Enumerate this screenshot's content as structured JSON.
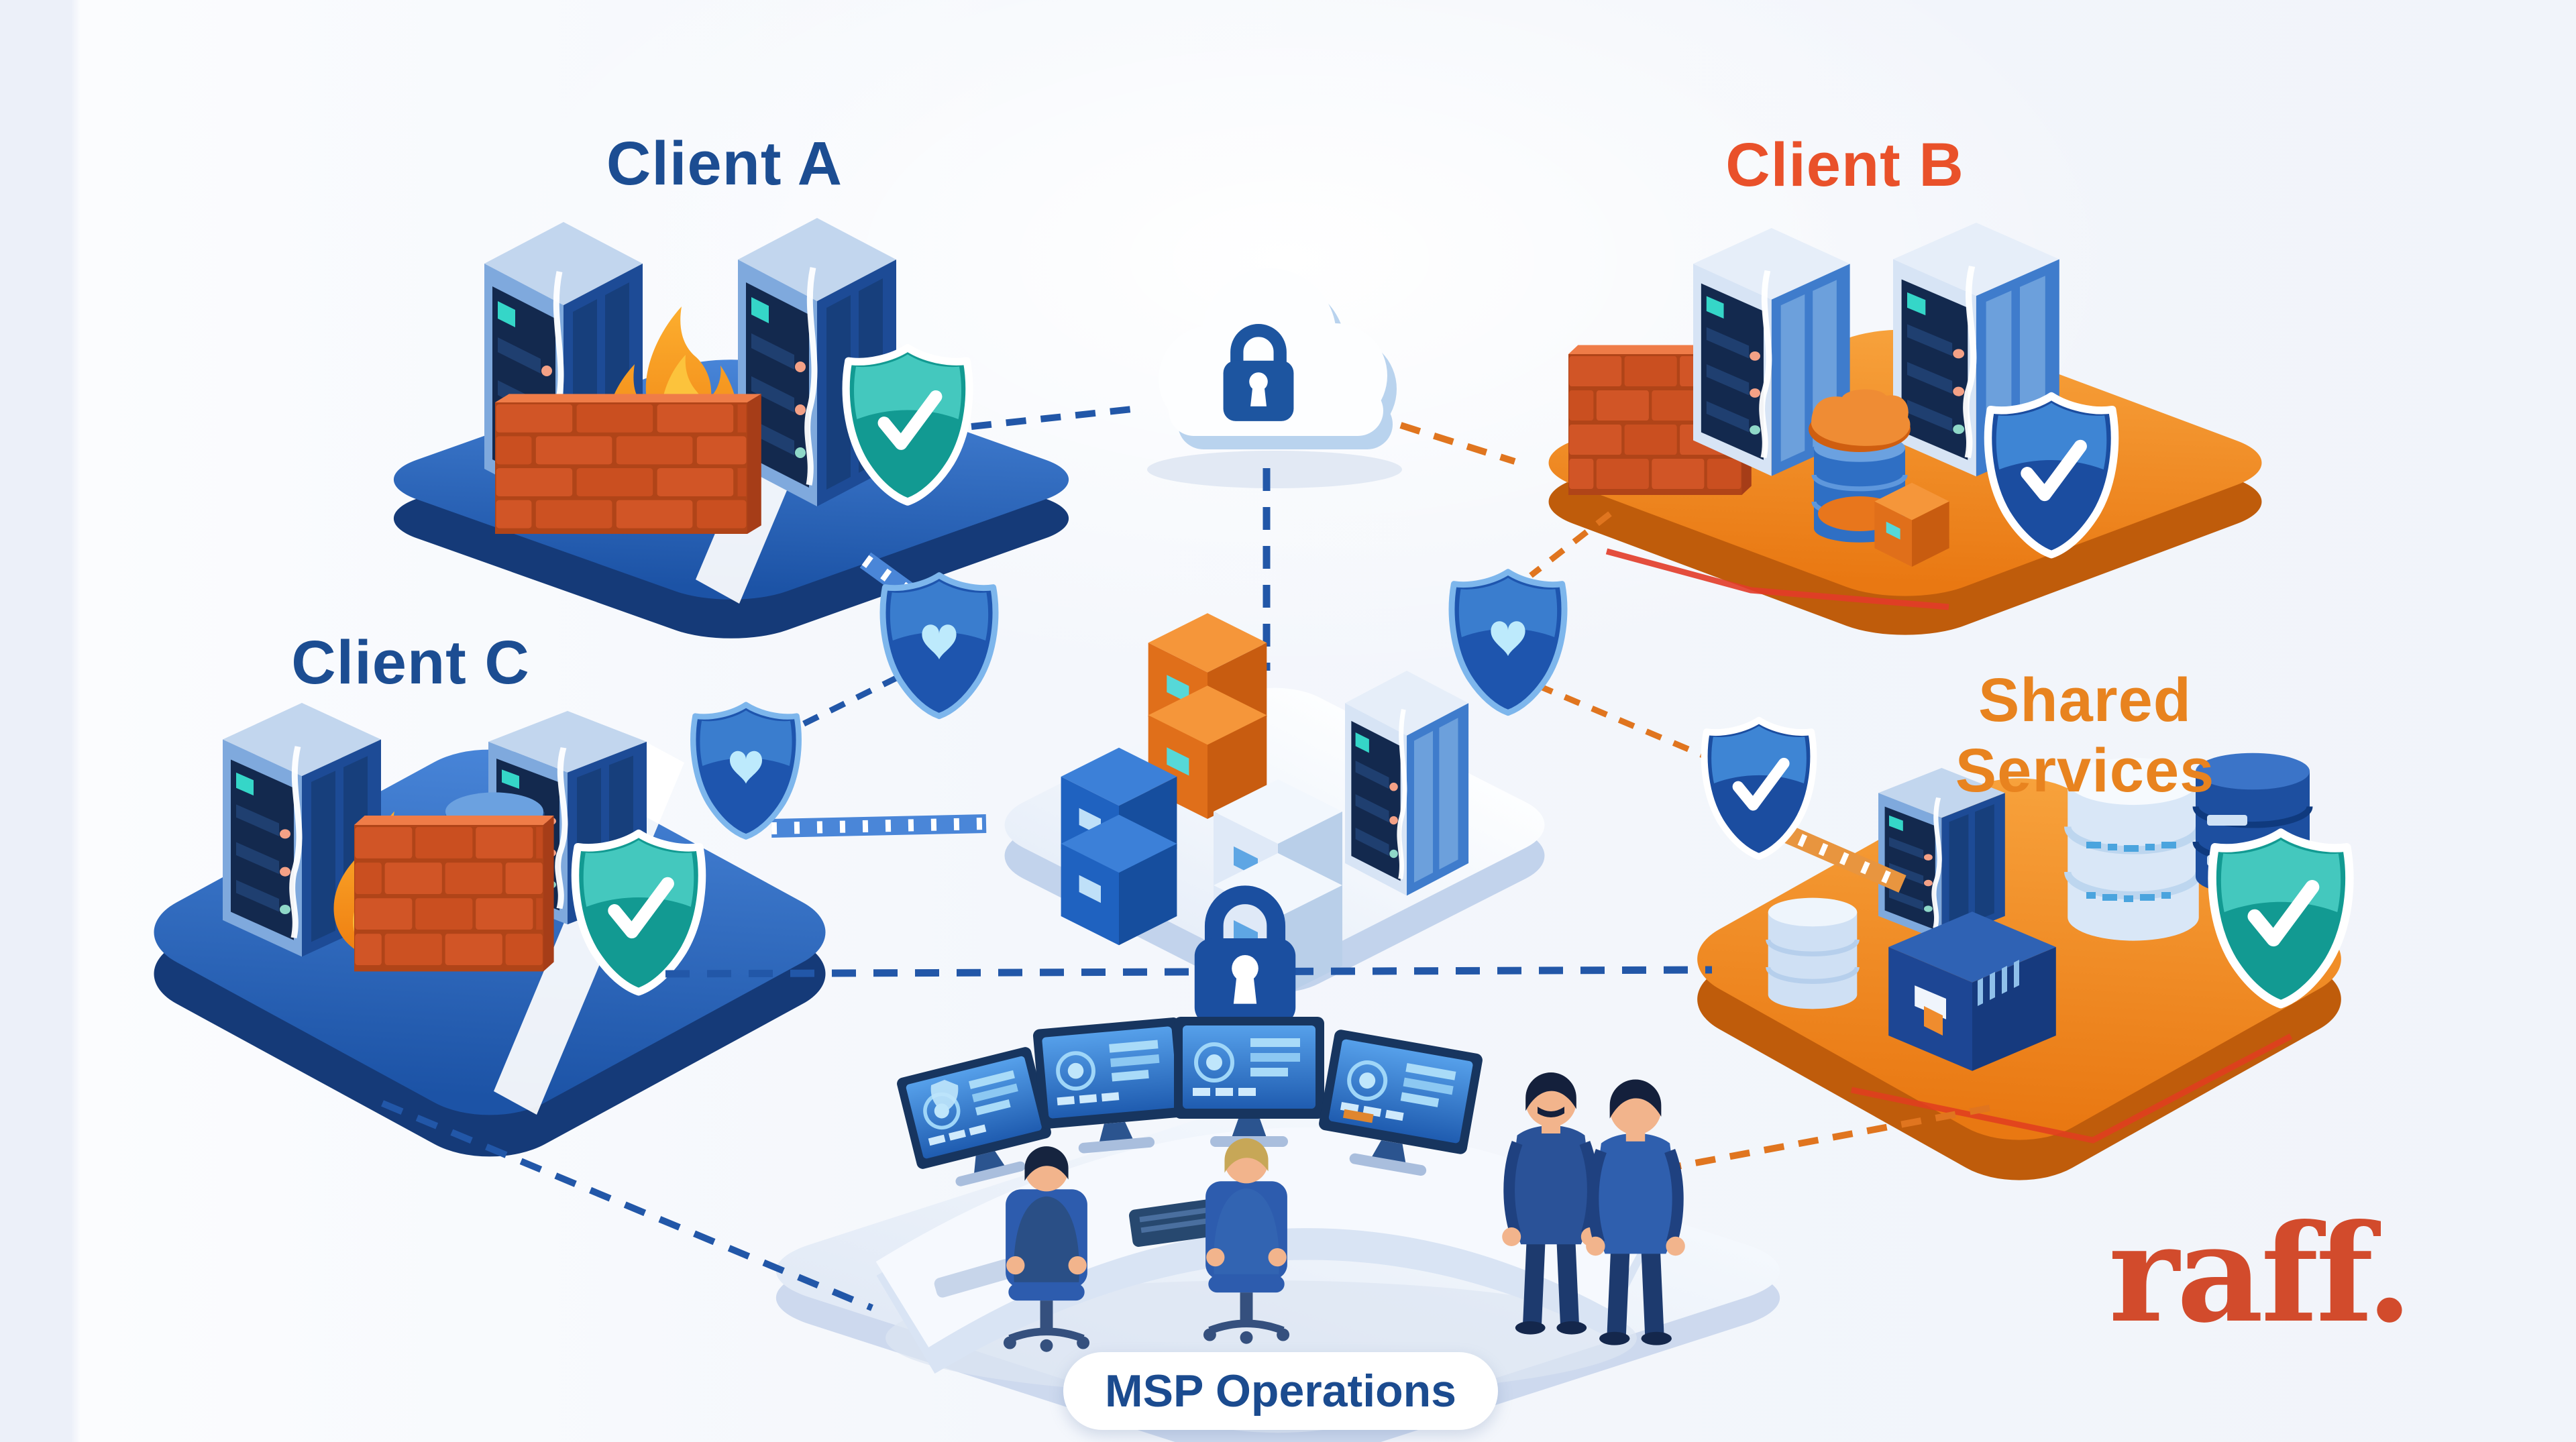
{
  "page": {
    "background": "#f3f6fb"
  },
  "brand": {
    "logo_text": "raff.",
    "logo_color": "#d24b2c"
  },
  "diagram": {
    "type": "isometric-msp-network-segmentation",
    "zones": [
      {
        "id": "client-a",
        "label": "Client A",
        "label_color": "#1c4d92",
        "platform_color": "blue",
        "items": [
          "server-rack",
          "flame-firewall",
          "brick-wall",
          "server-rack",
          "teal-check-shield"
        ]
      },
      {
        "id": "client-b",
        "label": "Client B",
        "label_color": "#e9512a",
        "platform_color": "orange",
        "items": [
          "brick-wall",
          "server-rack",
          "storage-stack",
          "server-rack",
          "blue-check-shield"
        ]
      },
      {
        "id": "client-c",
        "label": "Client C",
        "label_color": "#1c4d92",
        "platform_color": "blue",
        "items": [
          "server-rack",
          "flame-firewall",
          "brick-wall",
          "database-cylinder",
          "server-rack",
          "teal-check-shield",
          "blue-heart-shield"
        ]
      },
      {
        "id": "shared-services",
        "label": "Shared Services",
        "label_color": "#e8831f",
        "platform_color": "orange",
        "items": [
          "blue-check-shield",
          "database-cylinder-light",
          "server-cube",
          "server-cube",
          "database-stack-light",
          "database-stack-dark",
          "teal-check-shield"
        ]
      },
      {
        "id": "msp-operations",
        "label": "MSP Operations",
        "label_color": "#1b4b8f",
        "platform_color": "white",
        "items": [
          "control-desk",
          "monitor",
          "monitor",
          "monitor",
          "monitor",
          "seated-operator",
          "seated-operator",
          "standing-manager",
          "standing-manager",
          "padlock"
        ]
      }
    ],
    "hub": {
      "id": "msp-core-stack",
      "platform_color": "white",
      "items": [
        "orange-server-stack",
        "blue-server-stack",
        "white-server-stack",
        "server-rack",
        "blue-heart-shield",
        "blue-heart-shield"
      ]
    },
    "cloud": {
      "icon": "cloud-padlock",
      "lock_color": "#1d55a0"
    },
    "security": {
      "boundary_padlock_color": "#1b4fa0"
    },
    "connections": [
      {
        "from": "client-a",
        "to": "cloud",
        "style": "dashed",
        "color": "#2257a8"
      },
      {
        "from": "cloud",
        "to": "client-b",
        "style": "dashed",
        "color": "#e0751f"
      },
      {
        "from": "cloud",
        "to": "msp-core-stack",
        "style": "dashed",
        "color": "#2257a8"
      },
      {
        "from": "client-a",
        "to": "left-shield",
        "style": "ladder-ribbon",
        "color": "#4a86d8"
      },
      {
        "from": "left-shield",
        "to": "client-c-shield",
        "style": "dashed",
        "color": "#2257a8"
      },
      {
        "from": "client-c-shield",
        "to": "msp-core-stack",
        "style": "ladder-ribbon",
        "color": "#4a86d8"
      },
      {
        "from": "client-b",
        "to": "right-shield",
        "style": "dashed",
        "color": "#e0751f"
      },
      {
        "from": "right-shield",
        "to": "shared-services-shield",
        "style": "dashed",
        "color": "#e0751f"
      },
      {
        "from": "shared-services-shield",
        "to": "shared-services",
        "style": "ladder-ribbon",
        "color": "#e8953f"
      },
      {
        "from": "client-c",
        "to": "shared-services",
        "style": "dashed-through-padlock",
        "color": "#2257a8"
      },
      {
        "from": "client-c",
        "to": "msp-operations",
        "style": "dashed",
        "color": "#2257a8"
      },
      {
        "from": "shared-services",
        "to": "msp-operations",
        "style": "dashed",
        "color": "#e0751f"
      }
    ]
  }
}
